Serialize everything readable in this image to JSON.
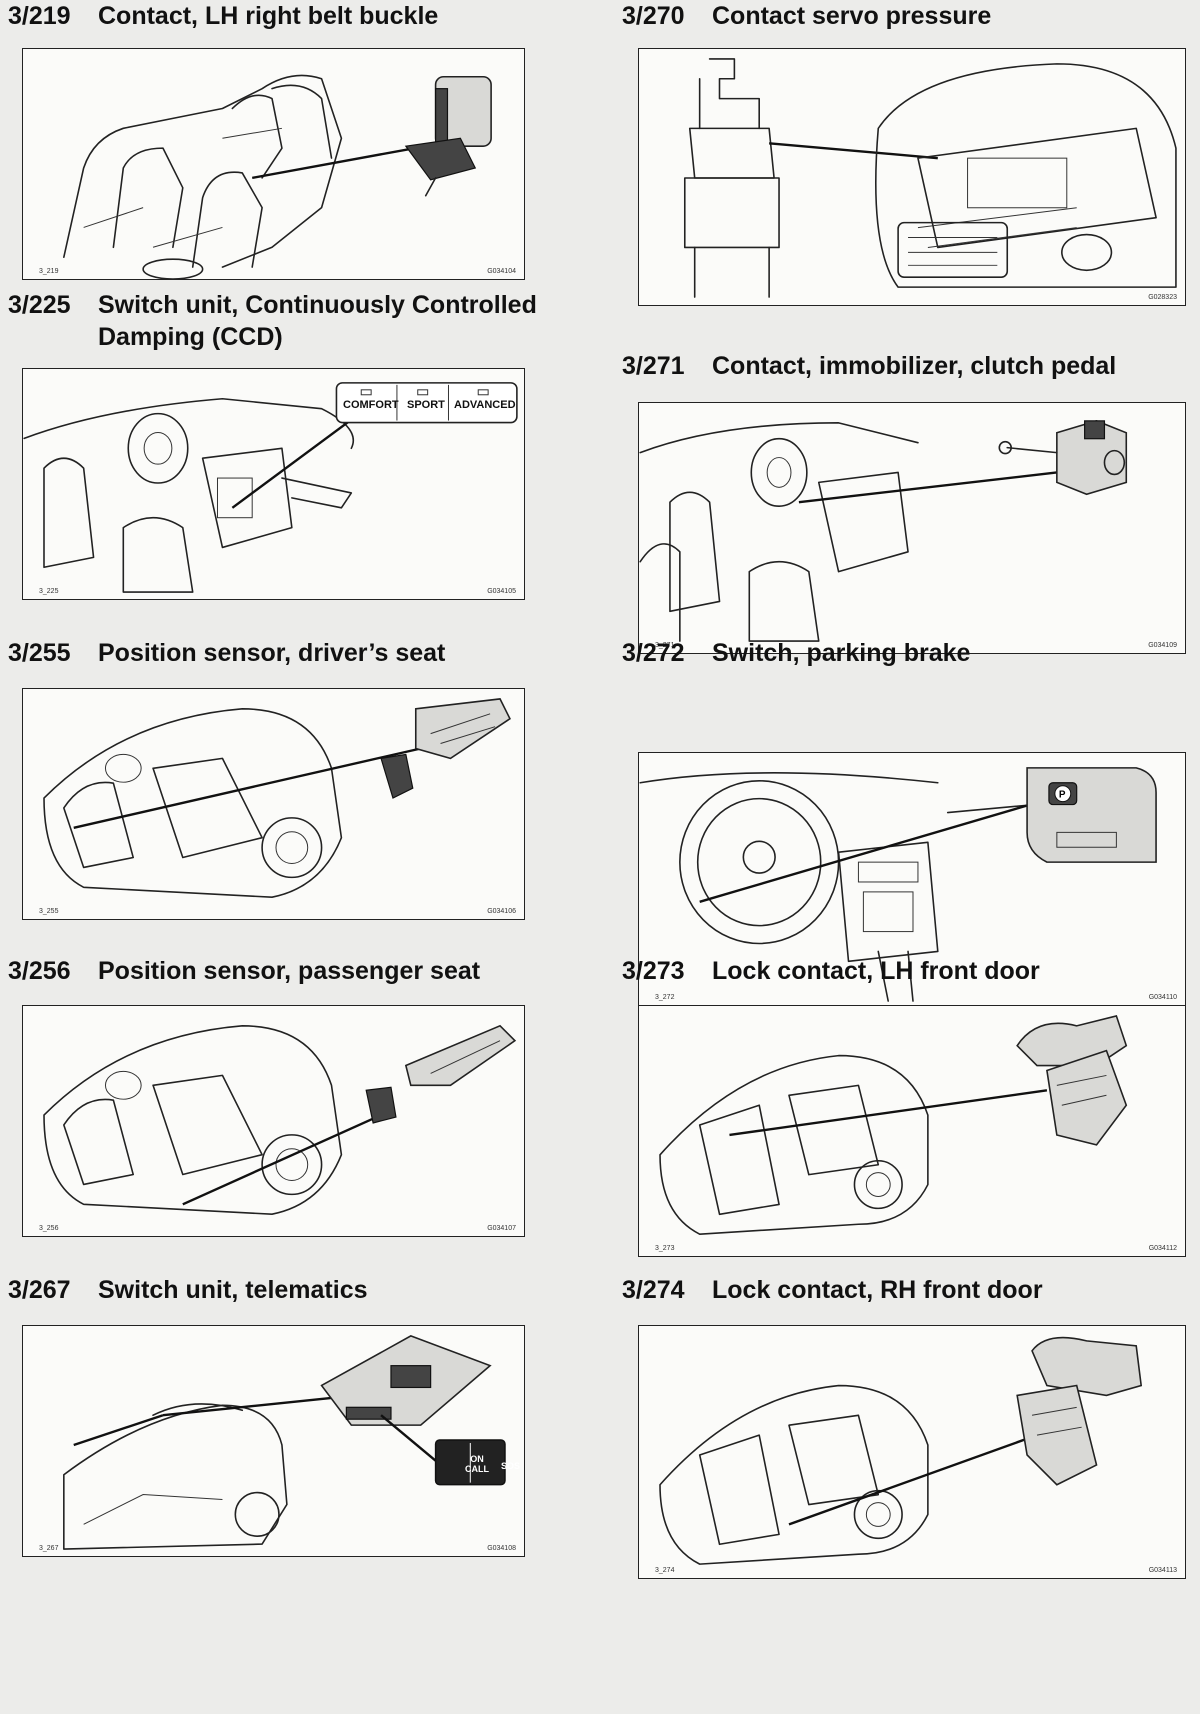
{
  "entries": [
    {
      "number": "3/219",
      "title": "Contact, LH right belt buckle",
      "fig_id": "3_219",
      "code": "G034104"
    },
    {
      "number": "3/225",
      "title": "Switch unit, Continuously Controlled Damping (CCD)",
      "fig_id": "3_225",
      "code": "G034105",
      "buttons": [
        "COMFORT",
        "SPORT",
        "ADVANCED"
      ]
    },
    {
      "number": "3/255",
      "title": "Position sensor, driver’s seat",
      "fig_id": "3_255",
      "code": "G034106"
    },
    {
      "number": "3/256",
      "title": "Position sensor, passenger seat",
      "fig_id": "3_256",
      "code": "G034107"
    },
    {
      "number": "3/267",
      "title": "Switch unit, telematics",
      "fig_id": "3_267",
      "code": "G034108",
      "buttons": [
        "ON CALL",
        "SOS"
      ]
    },
    {
      "number": "3/270",
      "title": "Contact servo pressure",
      "fig_id": "",
      "code": "G028323"
    },
    {
      "number": "3/271",
      "title": "Contact, immobilizer, clutch pedal",
      "fig_id": "3_271",
      "code": "G034109"
    },
    {
      "number": "3/272",
      "title": "Switch, parking brake",
      "fig_id": "3_272",
      "code": "G034110"
    },
    {
      "number": "3/273",
      "title": "Lock contact, LH front door",
      "fig_id": "3_273",
      "code": "G034112"
    },
    {
      "number": "3/274",
      "title": "Lock contact, RH front door",
      "fig_id": "3_274",
      "code": "G034113"
    }
  ]
}
